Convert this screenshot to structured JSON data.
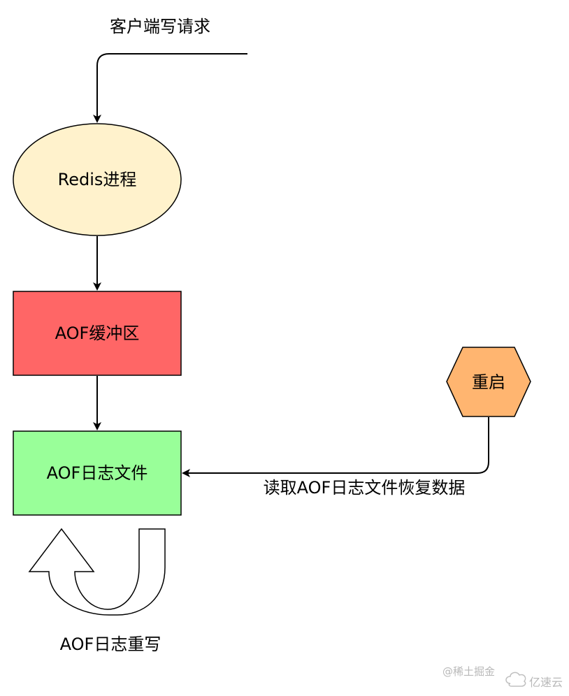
{
  "diagram": {
    "top_label": "客户端写请求",
    "nodes": {
      "redis_process": {
        "label": "Redis进程",
        "fill": "#FFF2CC",
        "stroke": "#000000"
      },
      "aof_buffer": {
        "label": "AOF缓冲区",
        "fill": "#FF6666",
        "stroke": "#000000"
      },
      "aof_file": {
        "label": "AOF日志文件",
        "fill": "#99FF99",
        "stroke": "#000000"
      },
      "restart": {
        "label": "重启",
        "fill": "#FFB570",
        "stroke": "#000000"
      }
    },
    "edges": {
      "restart_to_file_label": "读取AOF日志文件恢复数据"
    },
    "rewrite_label": "AOF日志重写"
  },
  "watermarks": {
    "juejin": "@稀土掘金",
    "yisu": "亿速云"
  }
}
